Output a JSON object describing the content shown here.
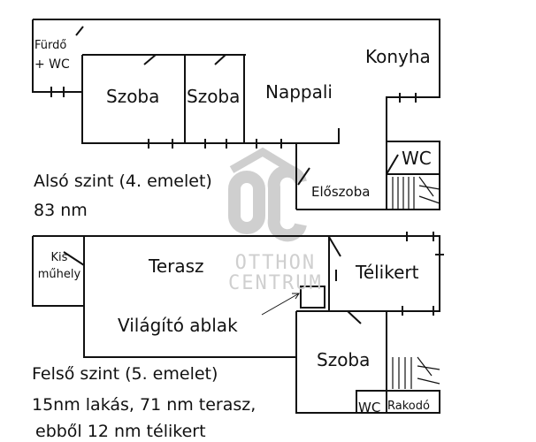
{
  "lower": {
    "bath": [
      "Fürdő",
      "+ WC"
    ],
    "room1": "Szoba",
    "room2": "Szoba",
    "living": "Nappali",
    "kitchen": "Konyha",
    "wc": "WC",
    "hall": "Előszoba",
    "caption_level": "Alsó szint (4. emelet)",
    "caption_area": "83 nm"
  },
  "upper": {
    "workshop": [
      "Kis",
      "műhely"
    ],
    "terrace": "Terasz",
    "winter_garden": "Télikert",
    "skylight": "Világító ablak",
    "room": "Szoba",
    "wc": "WC",
    "storage": "Rakodó",
    "caption_level": "Felső szint (5. emelet)",
    "caption_area": "15nm lakás, 71 nm terasz,",
    "caption_extra": "ebből 12 nm télikert"
  },
  "watermark": {
    "logo": "OC",
    "line1": "OTTHON",
    "line2": "CENTRUM"
  },
  "colors": {
    "wall": "#111111",
    "watermark": "#cfcfcf"
  }
}
